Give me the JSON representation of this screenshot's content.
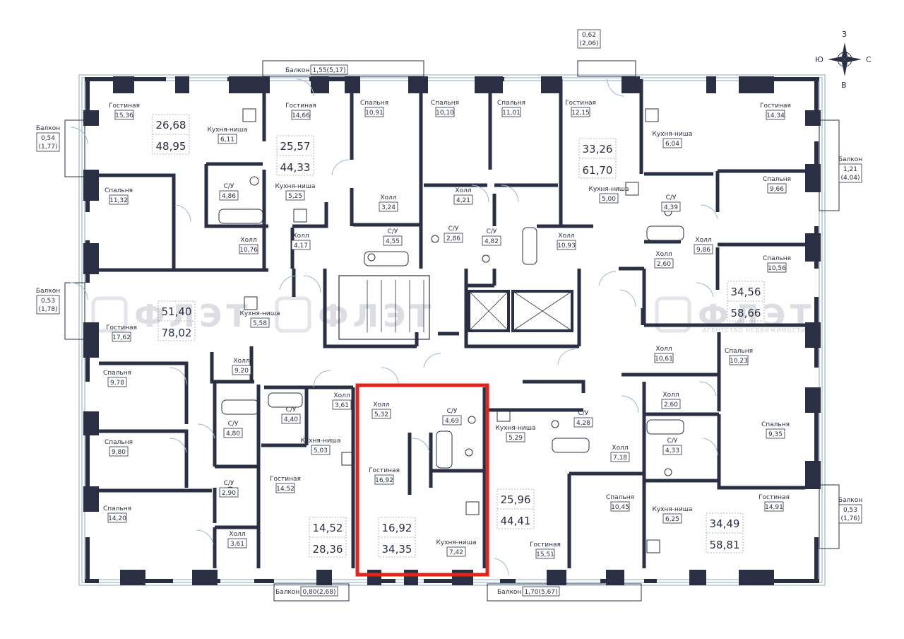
{
  "compass": {
    "n": "З",
    "w": "Ю",
    "e": "С",
    "s": "В"
  },
  "watermark": {
    "text": "ФЛЭТ",
    "subtitle": "АГЕНТСТВО НЕДВИЖИМОСТИ"
  },
  "colors": {
    "wall": "#2b2f44",
    "highlight": "#e4241b",
    "window": "#9fb8c8"
  },
  "rooms": [
    {
      "name": "Гостиная",
      "area": "15,36"
    },
    {
      "name": "Кухня-ниша",
      "area": "6,11"
    },
    {
      "name": "С/У",
      "area": "4,86"
    },
    {
      "name": "Спальня",
      "area": "11,32"
    },
    {
      "name": "Холл",
      "area": "10,76"
    },
    {
      "name": "Гостиная",
      "area": "14,66"
    },
    {
      "name": "Кухня-ниша",
      "area": "5,25"
    },
    {
      "name": "Холл",
      "area": "4,17"
    },
    {
      "name": "Спальня",
      "area": "10,91"
    },
    {
      "name": "Холл",
      "area": "3,24"
    },
    {
      "name": "С/У",
      "area": "4,55"
    },
    {
      "name": "Спальня",
      "area": "10,10"
    },
    {
      "name": "Холл",
      "area": "4,21"
    },
    {
      "name": "С/У",
      "area": "2,86"
    },
    {
      "name": "Спальня",
      "area": "11,01"
    },
    {
      "name": "С/У",
      "area": "4,82"
    },
    {
      "name": "Гостиная",
      "area": "12,15"
    },
    {
      "name": "Кухня-ниша",
      "area": "5,00"
    },
    {
      "name": "Холл",
      "area": "10,93"
    },
    {
      "name": "Кухня-ниша",
      "area": "6,04"
    },
    {
      "name": "Гостиная",
      "area": "14,34"
    },
    {
      "name": "С/У",
      "area": "4,39"
    },
    {
      "name": "Спальня",
      "area": "9,66"
    },
    {
      "name": "Холл",
      "area": "2,60"
    },
    {
      "name": "Холл",
      "area": "9,86"
    },
    {
      "name": "Спальня",
      "area": "10,56"
    },
    {
      "name": "Кухня-ниша",
      "area": "5,58"
    },
    {
      "name": "Гостиная",
      "area": "17,62"
    },
    {
      "name": "Холл",
      "area": "9,20"
    },
    {
      "name": "Спальня",
      "area": "9,78"
    },
    {
      "name": "С/У",
      "area": "4,80"
    },
    {
      "name": "С/У",
      "area": "4,40"
    },
    {
      "name": "Холл",
      "area": "3,61"
    },
    {
      "name": "Кухня-ниша",
      "area": "5,03"
    },
    {
      "name": "Спальня",
      "area": "9,80"
    },
    {
      "name": "С/У",
      "area": "2,90"
    },
    {
      "name": "Гостиная",
      "area": "14,52"
    },
    {
      "name": "Спальня",
      "area": "14,20"
    },
    {
      "name": "Холл",
      "area": "3,61"
    },
    {
      "name": "Холл",
      "area": "5,32"
    },
    {
      "name": "С/У",
      "area": "4,69"
    },
    {
      "name": "Гостиная",
      "area": "16,92"
    },
    {
      "name": "Кухня-ниша",
      "area": "7,42"
    },
    {
      "name": "Кухня-ниша",
      "area": "5,29"
    },
    {
      "name": "С/У",
      "area": "4,28"
    },
    {
      "name": "Холл",
      "area": "7,18"
    },
    {
      "name": "Гостиная",
      "area": "15,51"
    },
    {
      "name": "Спальня",
      "area": "10,45"
    },
    {
      "name": "Холл",
      "area": "10,61"
    },
    {
      "name": "Спальня",
      "area": "10,23"
    },
    {
      "name": "Холл",
      "area": "2,60"
    },
    {
      "name": "С/У",
      "area": "4,33"
    },
    {
      "name": "Спальня",
      "area": "9,35"
    },
    {
      "name": "Кухня-ниша",
      "area": "6,25"
    },
    {
      "name": "Гостиная",
      "area": "14,91"
    }
  ],
  "apartments": [
    {
      "living": "26,68",
      "total": "48,95"
    },
    {
      "living": "25,57",
      "total": "44,33"
    },
    {
      "living": "33,26",
      "total": "61,70"
    },
    {
      "living": "51,40",
      "total": "78,02"
    },
    {
      "living": "34,56",
      "total": "58,66"
    },
    {
      "living": "14,52",
      "total": "28,36"
    },
    {
      "living": "16,92",
      "total": "34,35"
    },
    {
      "living": "25,96",
      "total": "44,41"
    },
    {
      "living": "34,49",
      "total": "58,81"
    }
  ],
  "balconies_h": [
    {
      "name": "Балкон",
      "value": "1,55(5,17)"
    },
    {
      "name": "Балкон",
      "value": "0,80(2,68)"
    },
    {
      "name": "Балкон",
      "value": "1,70(5,67)"
    }
  ],
  "balconies_v": [
    {
      "name": "Балкон",
      "area": "0,54",
      "total": "(1,77)"
    },
    {
      "name": "Балкон",
      "area": "0,53",
      "total": "(1,78)"
    },
    {
      "name": "Балкон",
      "area": "1,21",
      "total": "(4,04)"
    },
    {
      "name": "Балкон",
      "area": "0,53",
      "total": "(1,76)"
    },
    {
      "name": "",
      "area": "0,62",
      "total": "(2,06)"
    }
  ]
}
